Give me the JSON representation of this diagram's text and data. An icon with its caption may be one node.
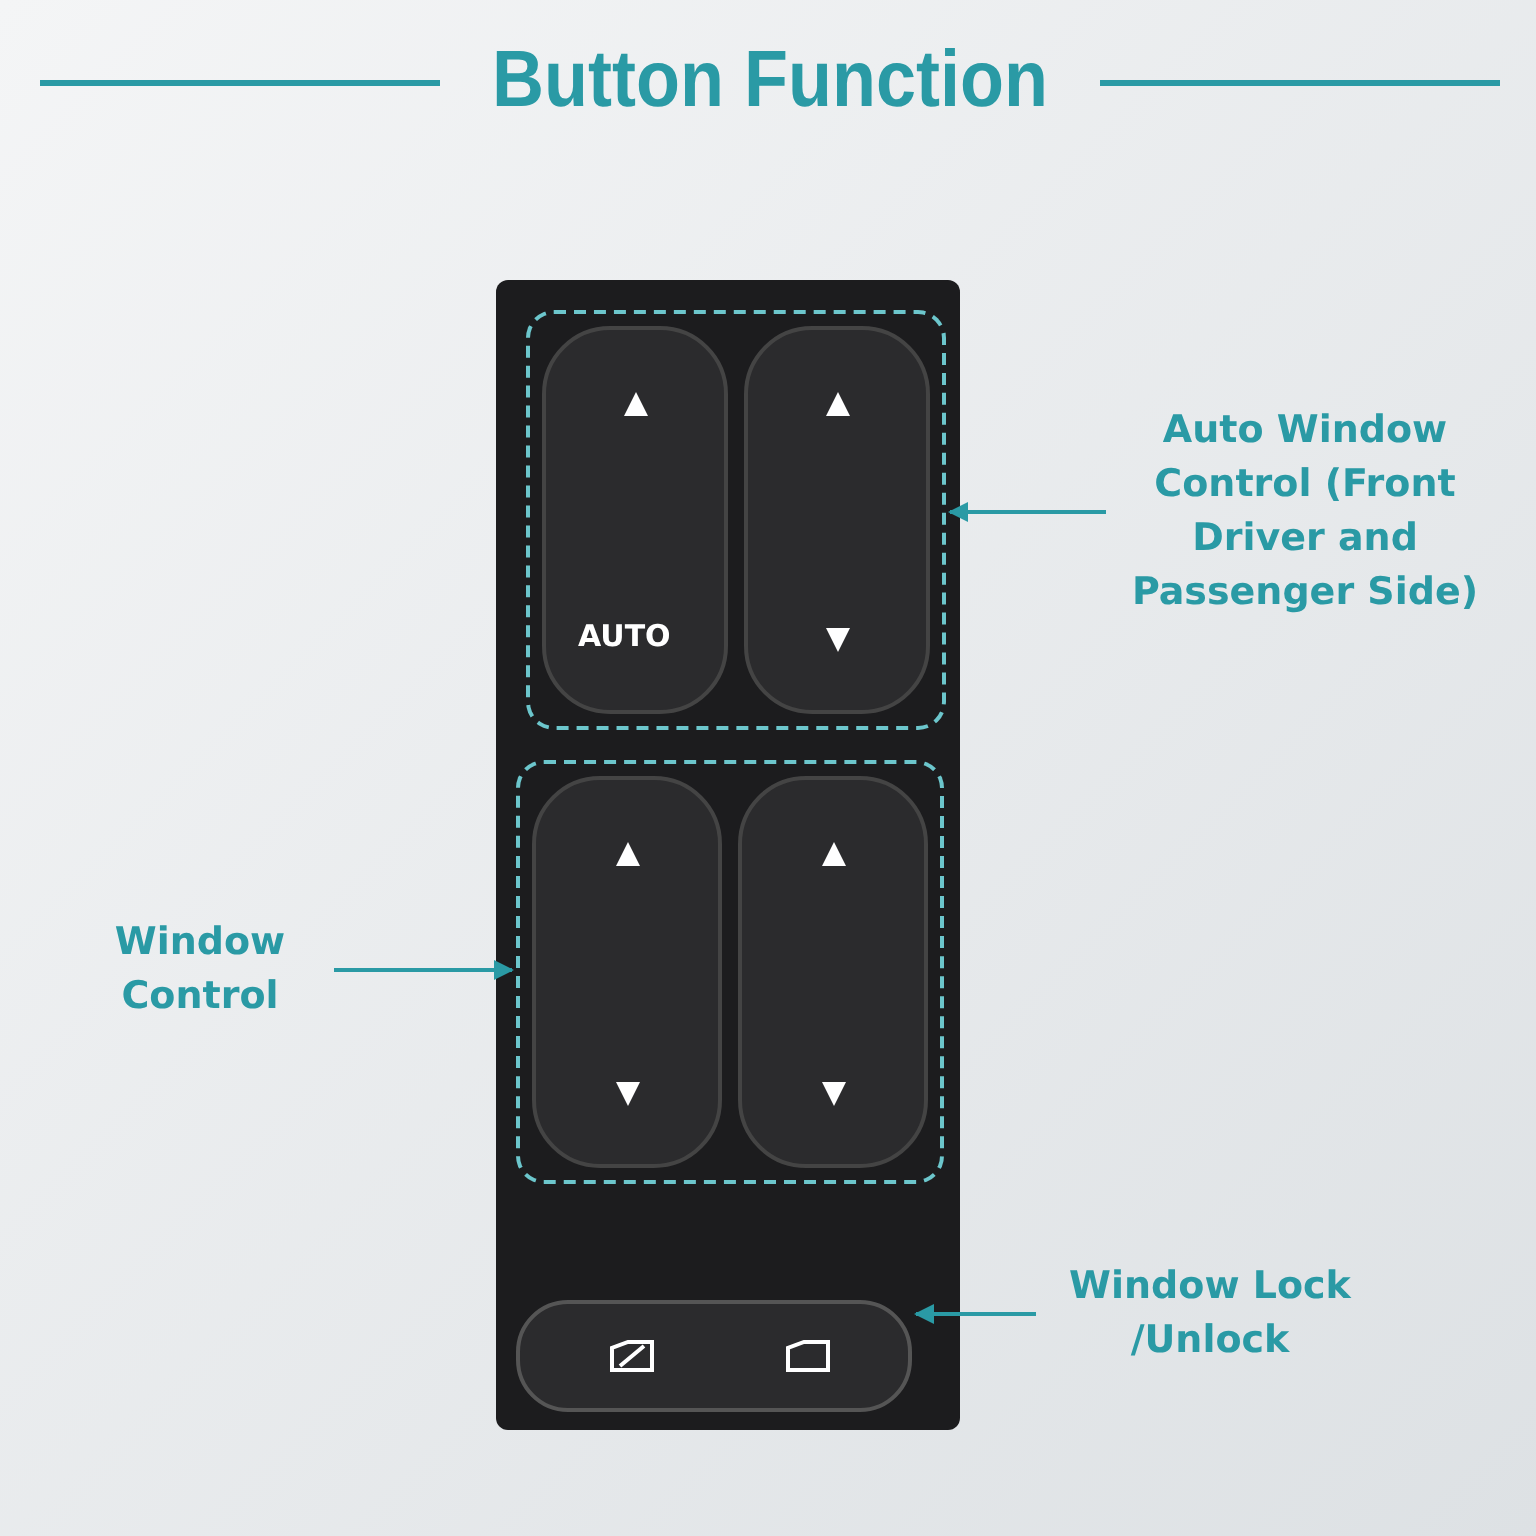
{
  "diagram": {
    "title": "Button Function",
    "nodes": [
      {
        "text": [],
        "shape": "box"
      },
      {
        "text": [
          "Auto Window Control (Front Driver and Passenger Side)"
        ]
      },
      {
        "text": [
          "Window Control"
        ]
      },
      {
        "text": [],
        "shape": "box"
      },
      {
        "text": [
          "Window Lock /Unlock"
        ]
      },
      {
        "text": [],
        "shape": "picture"
      }
    ],
    "edges": [
      {
        "from": 1,
        "to": 0,
        "arrow": "to"
      },
      {
        "from": 2,
        "to": 3,
        "arrow": "to"
      },
      {
        "from": 4,
        "to": 5,
        "arrow": "to"
      }
    ],
    "labels": [
      "AUTO"
    ]
  }
}
